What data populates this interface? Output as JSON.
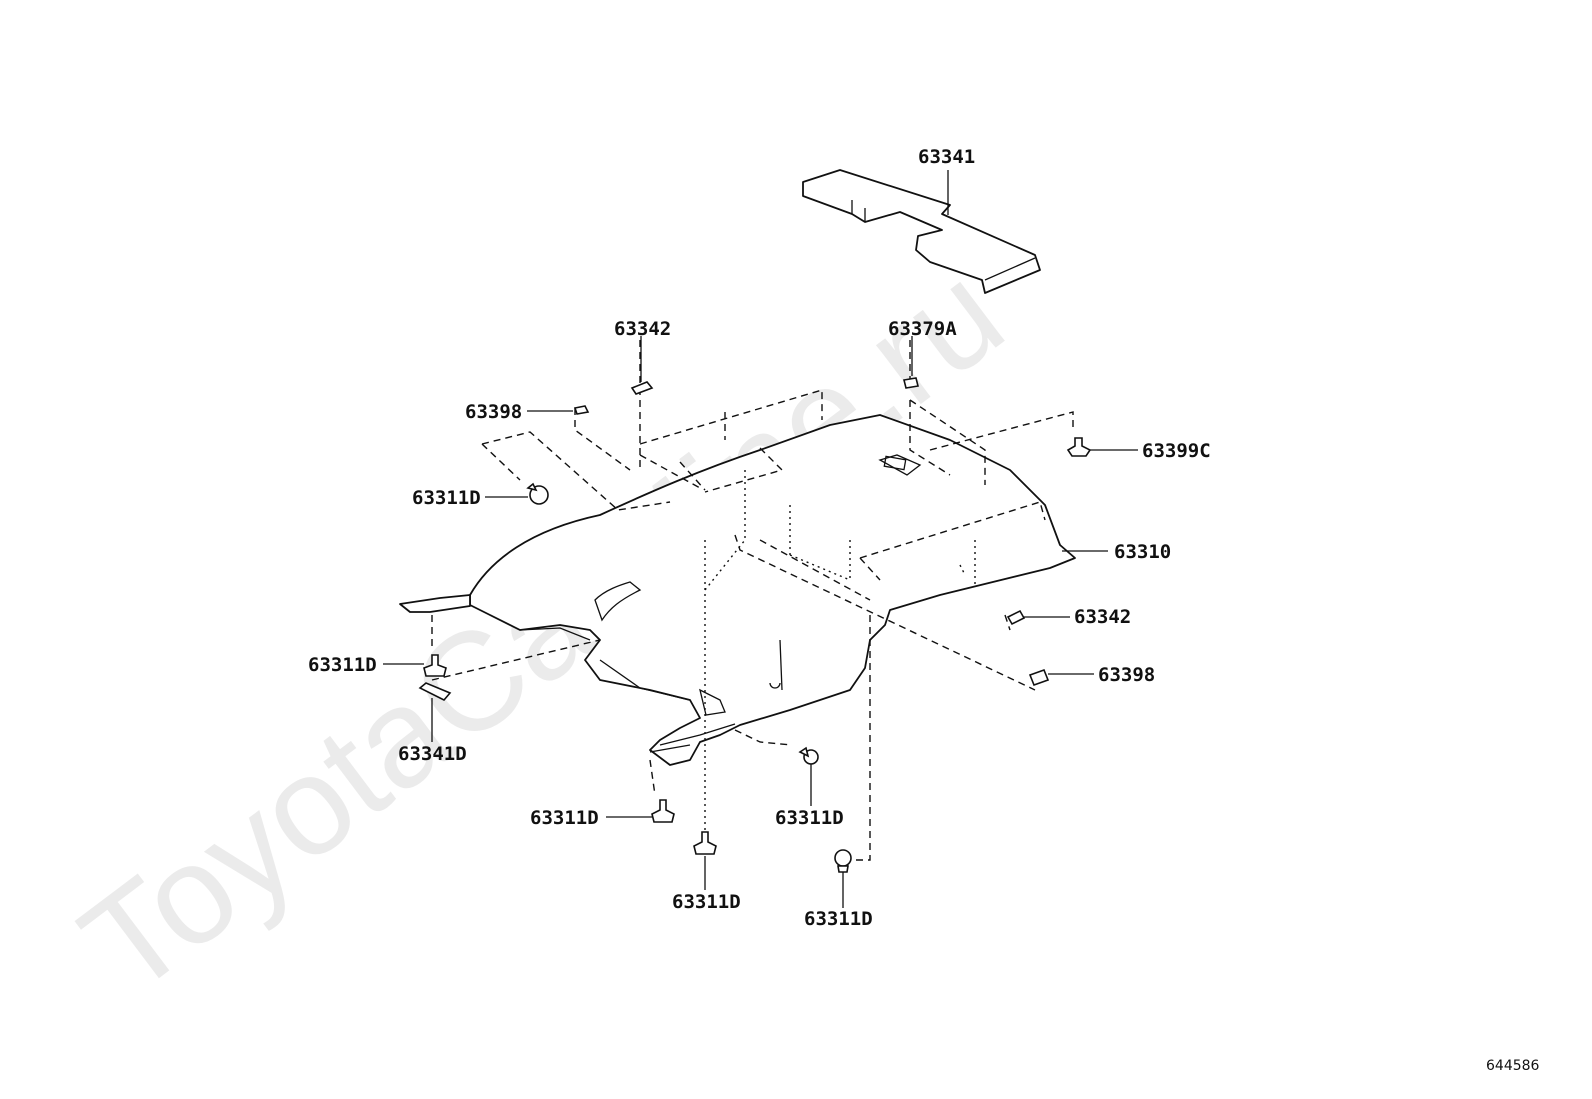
{
  "watermark": "ToyotaCarMine.ru",
  "figure_id": "644586",
  "labels": {
    "p63341": "63341",
    "p63342_top": "63342",
    "p63379A": "63379A",
    "p63398_top": "63398",
    "p63399C": "63399C",
    "p63311D_a": "63311D",
    "p63310": "63310",
    "p63342_right": "63342",
    "p63398_right": "63398",
    "p63311D_b": "63311D",
    "p63341D": "63341D",
    "p63311D_c": "63311D",
    "p63311D_d": "63311D",
    "p63311D_e": "63311D",
    "p63311D_f": "63311D"
  }
}
